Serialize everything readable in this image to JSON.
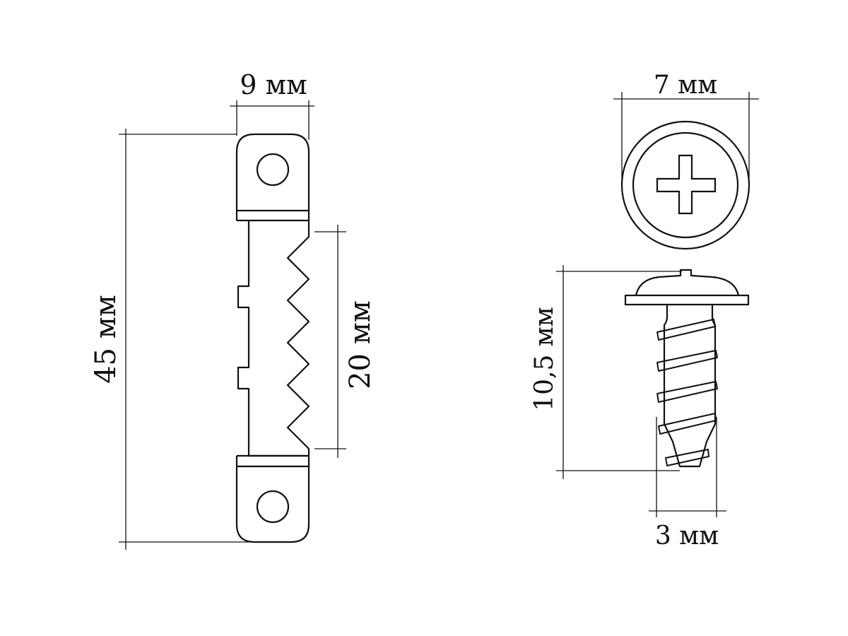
{
  "hanger": {
    "width_label": "9 мм",
    "height_label": "45 мм",
    "teeth_label": "20 мм"
  },
  "screw": {
    "head_label": "7 мм",
    "length_label": "10,5 мм",
    "shank_label": "3 мм"
  },
  "colors": {
    "line": "#111111",
    "background": "#ffffff"
  }
}
